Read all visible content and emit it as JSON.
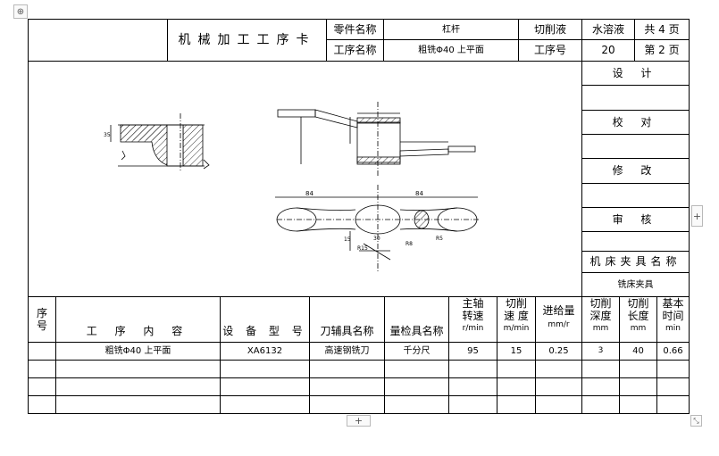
{
  "header": {
    "title": "机械加工工序卡",
    "part_name_label": "零件名称",
    "part_name_value": "杠杆",
    "coolant_label": "切削液",
    "coolant_value": "水溶液",
    "total_pages": "共 4 页",
    "process_name_label": "工序名称",
    "process_name_value": "粗铣Φ40 上平面",
    "op_no_label": "工序号",
    "op_no_value": "20",
    "page_no": "第 2 页"
  },
  "side": {
    "design": "设 计",
    "check": "校 对",
    "revise": "修 改",
    "review": "审 核",
    "fixture_label": "机床夹具名称",
    "fixture_value": "铣床夹具"
  },
  "drawing": {
    "dims": [
      "84",
      "84",
      "R15",
      "R8",
      "R5",
      "30",
      "15",
      "35"
    ]
  },
  "table": {
    "headers": {
      "seq": "序号",
      "content": "工 序 内 容",
      "equipment": "设 备 型 号",
      "tools": "刀辅具名称",
      "gauges": "量检具名称",
      "spindle_l1": "主轴",
      "spindle_l2": "转速",
      "spindle_unit": "r/min",
      "cut_speed_l1": "切削",
      "cut_speed_l2": "速 度",
      "cut_speed_unit": "m/min",
      "feed_l1": "进给量",
      "feed_unit": "mm/r",
      "depth_l1": "切削",
      "depth_l2": "深度",
      "depth_unit": "mm",
      "length_l1": "切削",
      "length_l2": "长度",
      "length_unit": "mm",
      "time_l1": "基本",
      "time_l2": "时间",
      "time_unit": "min"
    },
    "row1": {
      "content": "粗铣Φ40 上平面",
      "equipment": "XA6132",
      "tool": "高速钢铣刀",
      "gauge": "千分尺",
      "spindle": "95",
      "cut_speed": "15",
      "feed": "0.25",
      "depth": "3",
      "length": "40",
      "time": "0.66"
    }
  },
  "ui": {
    "move_handle": "⊕",
    "add_row": "+",
    "add_col": "+",
    "resize": "⤡"
  }
}
